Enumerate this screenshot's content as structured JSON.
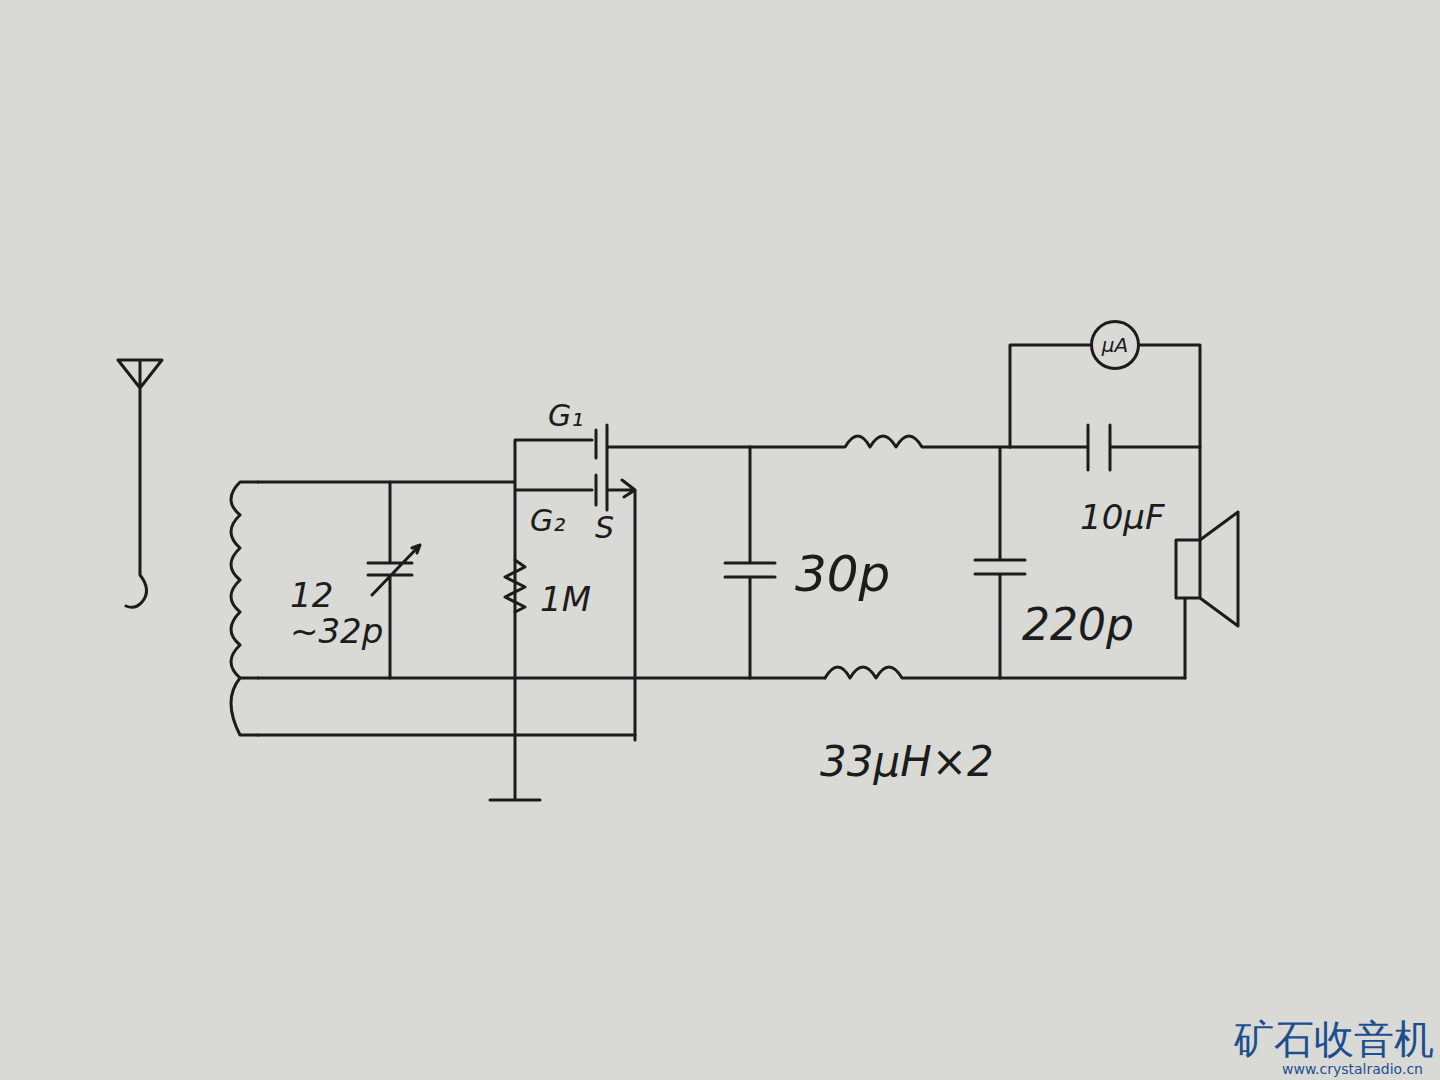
{
  "diagram": {
    "nodes": [
      {
        "text": [
          "μA"
        ]
      }
    ],
    "labels": [
      "G₁",
      "G₂",
      "S",
      "12 ~32p",
      "1M",
      "30p",
      "220p",
      "10μF",
      "33μH×2",
      "矿石收音机",
      "www.crystalradio.cn"
    ]
  }
}
